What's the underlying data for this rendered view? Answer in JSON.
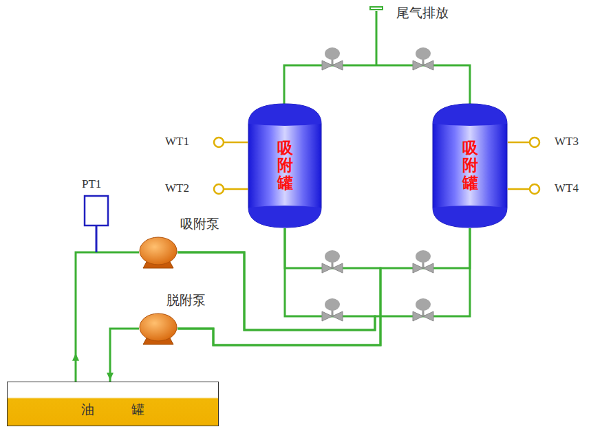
{
  "diagram": {
    "nodes": [
      {
        "text": [
          "吸附罐"
        ]
      },
      {
        "text": [
          "吸附罐"
        ]
      },
      {
        "text": [
          "吸附泵"
        ]
      },
      {
        "text": [
          "脱附泵"
        ]
      },
      {
        "text": [
          "油 罐"
        ]
      }
    ],
    "edges": [
      {
        "from": 4,
        "to": 2,
        "arrow": "to"
      },
      {
        "from": 2,
        "to": 0,
        "arrow": "none"
      },
      {
        "from": 2,
        "to": 1,
        "arrow": "none"
      },
      {
        "from": 0,
        "to": 3,
        "arrow": "none"
      },
      {
        "from": 1,
        "to": 3,
        "arrow": "none"
      },
      {
        "from": 3,
        "to": 4,
        "arrow": "to"
      }
    ],
    "labels": [
      "尾气排放",
      "WT1",
      "WT2",
      "WT3",
      "WT4",
      "PT1"
    ]
  }
}
